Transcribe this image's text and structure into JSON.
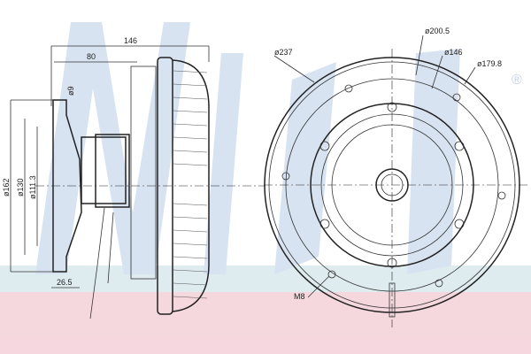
{
  "watermark": {
    "registered_mark": "®",
    "colors": {
      "blue": "#c6d6ea",
      "pink": "#f3c9d3",
      "band_blue": "#d5e6ec"
    }
  },
  "side_view": {
    "dim_overall_length": "146",
    "dim_flange_to_hub": "80",
    "dim_bolt_hole": "ø9",
    "dim_outer_diameter": "ø162",
    "dim_pilot_diameter": "ø130",
    "dim_inner_diameter": "ø111.3",
    "dim_flange_thickness": "26.5"
  },
  "front_view": {
    "dim_fan_diameter": "ø237",
    "dim_ring_diameter": "ø200.5",
    "dim_bolt_circle": "ø146",
    "dim_mount_diameter": "ø179.8",
    "thread": "M8"
  }
}
